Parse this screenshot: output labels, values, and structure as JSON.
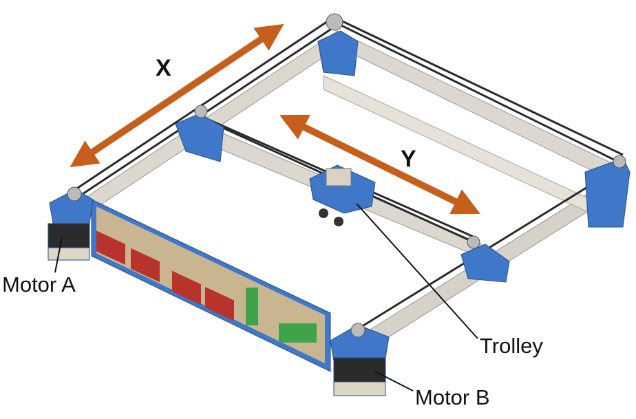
{
  "labels": {
    "x_axis": "X",
    "y_axis": "Y",
    "motor_a": "Motor A",
    "motor_b": "Motor B",
    "trolley": "Trolley"
  },
  "colors": {
    "arrow": "#c65f1b",
    "bracket": "#3f78c8",
    "rail": "#d9d5cc",
    "belt": "#2a2a2a",
    "board": "#c9b690",
    "relay": "#b8332b",
    "pcb_green": "#3fa34a"
  }
}
